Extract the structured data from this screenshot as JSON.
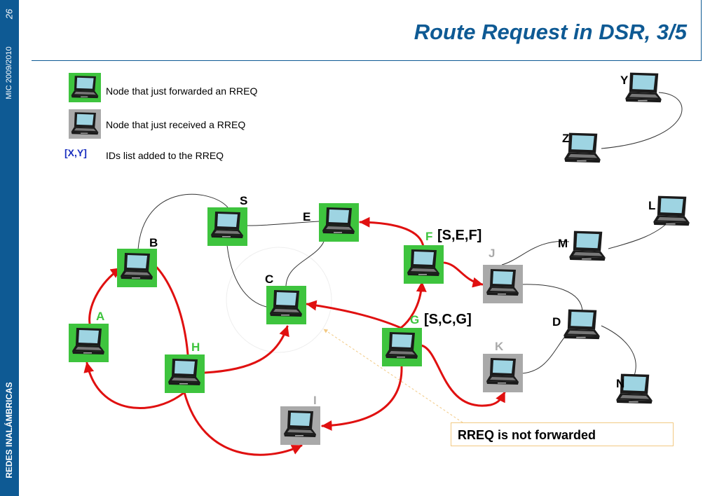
{
  "sidebar": {
    "page_number": "26",
    "course": "MIC 2009/2010",
    "subject": "REDES INALÁMBRICAS"
  },
  "title": "Route Request in DSR, 3/5",
  "legend": {
    "forwarded": "Node that just forwarded an RREQ",
    "received": "Node that just received a RREQ",
    "ids_sample": "[X,Y]",
    "ids_text": "IDs list added to the RREQ"
  },
  "nodes": {
    "S": "S",
    "E": "E",
    "B": "B",
    "C": "C",
    "F": "F",
    "J": "J",
    "A": "A",
    "G": "G",
    "H": "H",
    "K": "K",
    "I": "I",
    "D": "D",
    "M": "M",
    "L": "L",
    "Y": "Y",
    "Z": "Z",
    "N": "N"
  },
  "id_lists": {
    "F": "[S,E,F]",
    "G": "[S,C,G]"
  },
  "callout": "RREQ is not forwarded",
  "colors": {
    "sidebar": "#0e5a94",
    "title": "#0e5a94",
    "forwarded_bg": "#3ec43e",
    "received_bg": "#a9a9a9",
    "arrow": "#e01010",
    "green_label": "#3ec43e",
    "gray_label": "#a9a9a9",
    "id_sample": "#1a2fbf"
  }
}
